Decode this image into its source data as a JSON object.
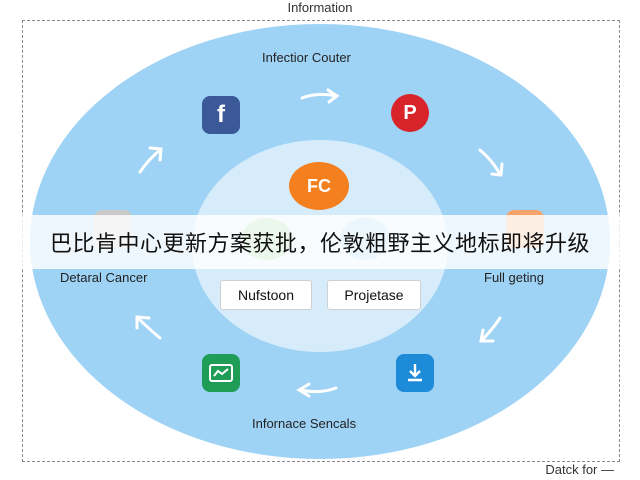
{
  "top_label": "Information",
  "bottom_label": "Datck for —",
  "ring_labels": {
    "top": "Infectior Couter",
    "left": "Detaral Cancer",
    "right": "Full geting",
    "bottom": "Infornace Sencals"
  },
  "center": {
    "badge": "FC",
    "box_left": "Nufstoon",
    "box_right": "Projetase"
  },
  "icons": {
    "facebook": "f",
    "pinterest": "P"
  },
  "overlay_banner": "巴比肯中心更新方案获批，伦敦粗野主义地标即将升级",
  "colors": {
    "outer_ring": "#9fd3f5",
    "inner_ring": "#d6ecfa",
    "fc": "#f47f1f",
    "facebook": "#3b5998",
    "pinterest": "#d8232a",
    "green_app": "#1f9d57",
    "blue_app": "#1d8bd8"
  }
}
